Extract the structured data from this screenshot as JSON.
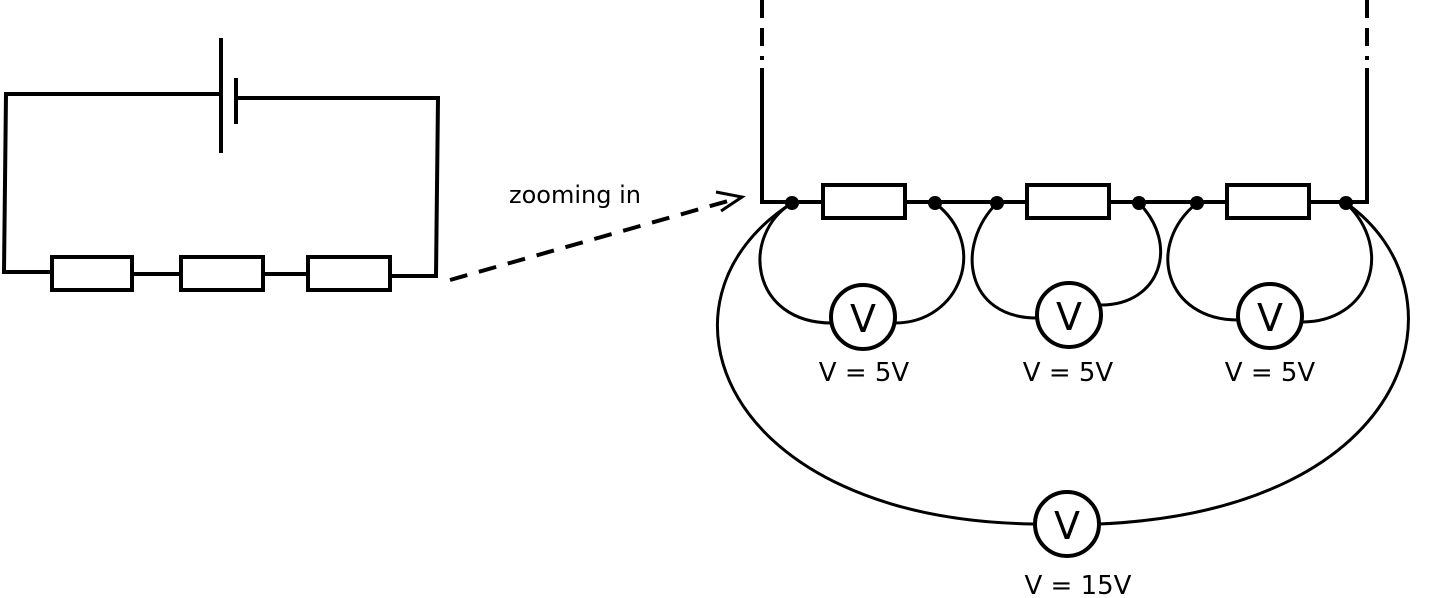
{
  "zoom_caption": "zooming in",
  "meter_symbol": "V",
  "readings": {
    "r1": "V = 5V",
    "r2": "V = 5V",
    "r3": "V = 5V",
    "total": "V = 15V"
  }
}
